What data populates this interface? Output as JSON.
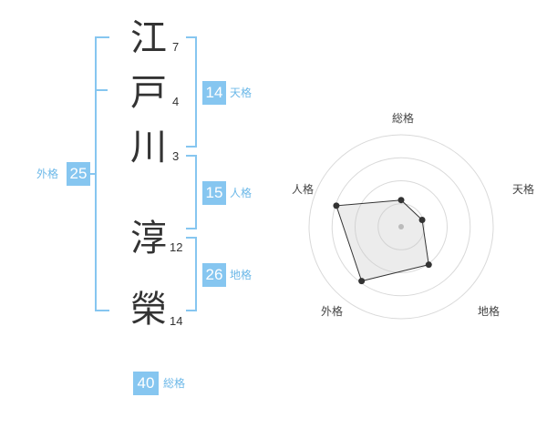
{
  "name": {
    "chars": [
      {
        "char": "江",
        "strokes": "7"
      },
      {
        "char": "戸",
        "strokes": "4"
      },
      {
        "char": "川",
        "strokes": "3"
      },
      {
        "char": "淳",
        "strokes": "12"
      },
      {
        "char": "榮",
        "strokes": "14"
      }
    ]
  },
  "fortune": {
    "tenkaku": {
      "value": "14",
      "label": "天格"
    },
    "jinkaku": {
      "value": "15",
      "label": "人格"
    },
    "chikaku": {
      "value": "26",
      "label": "地格"
    },
    "gaikaku": {
      "value": "25",
      "label": "外格"
    },
    "soukaku": {
      "value": "40",
      "label": "総格"
    }
  },
  "colors": {
    "accent": "#86c6f0",
    "text": "#333333",
    "grid": "#d9d9d9"
  },
  "chart_data": {
    "type": "radar",
    "axes": [
      "総格",
      "天格",
      "地格",
      "外格",
      "人格"
    ],
    "rings": 4,
    "values": [
      0.29,
      0.24,
      0.51,
      0.73,
      0.74
    ]
  }
}
